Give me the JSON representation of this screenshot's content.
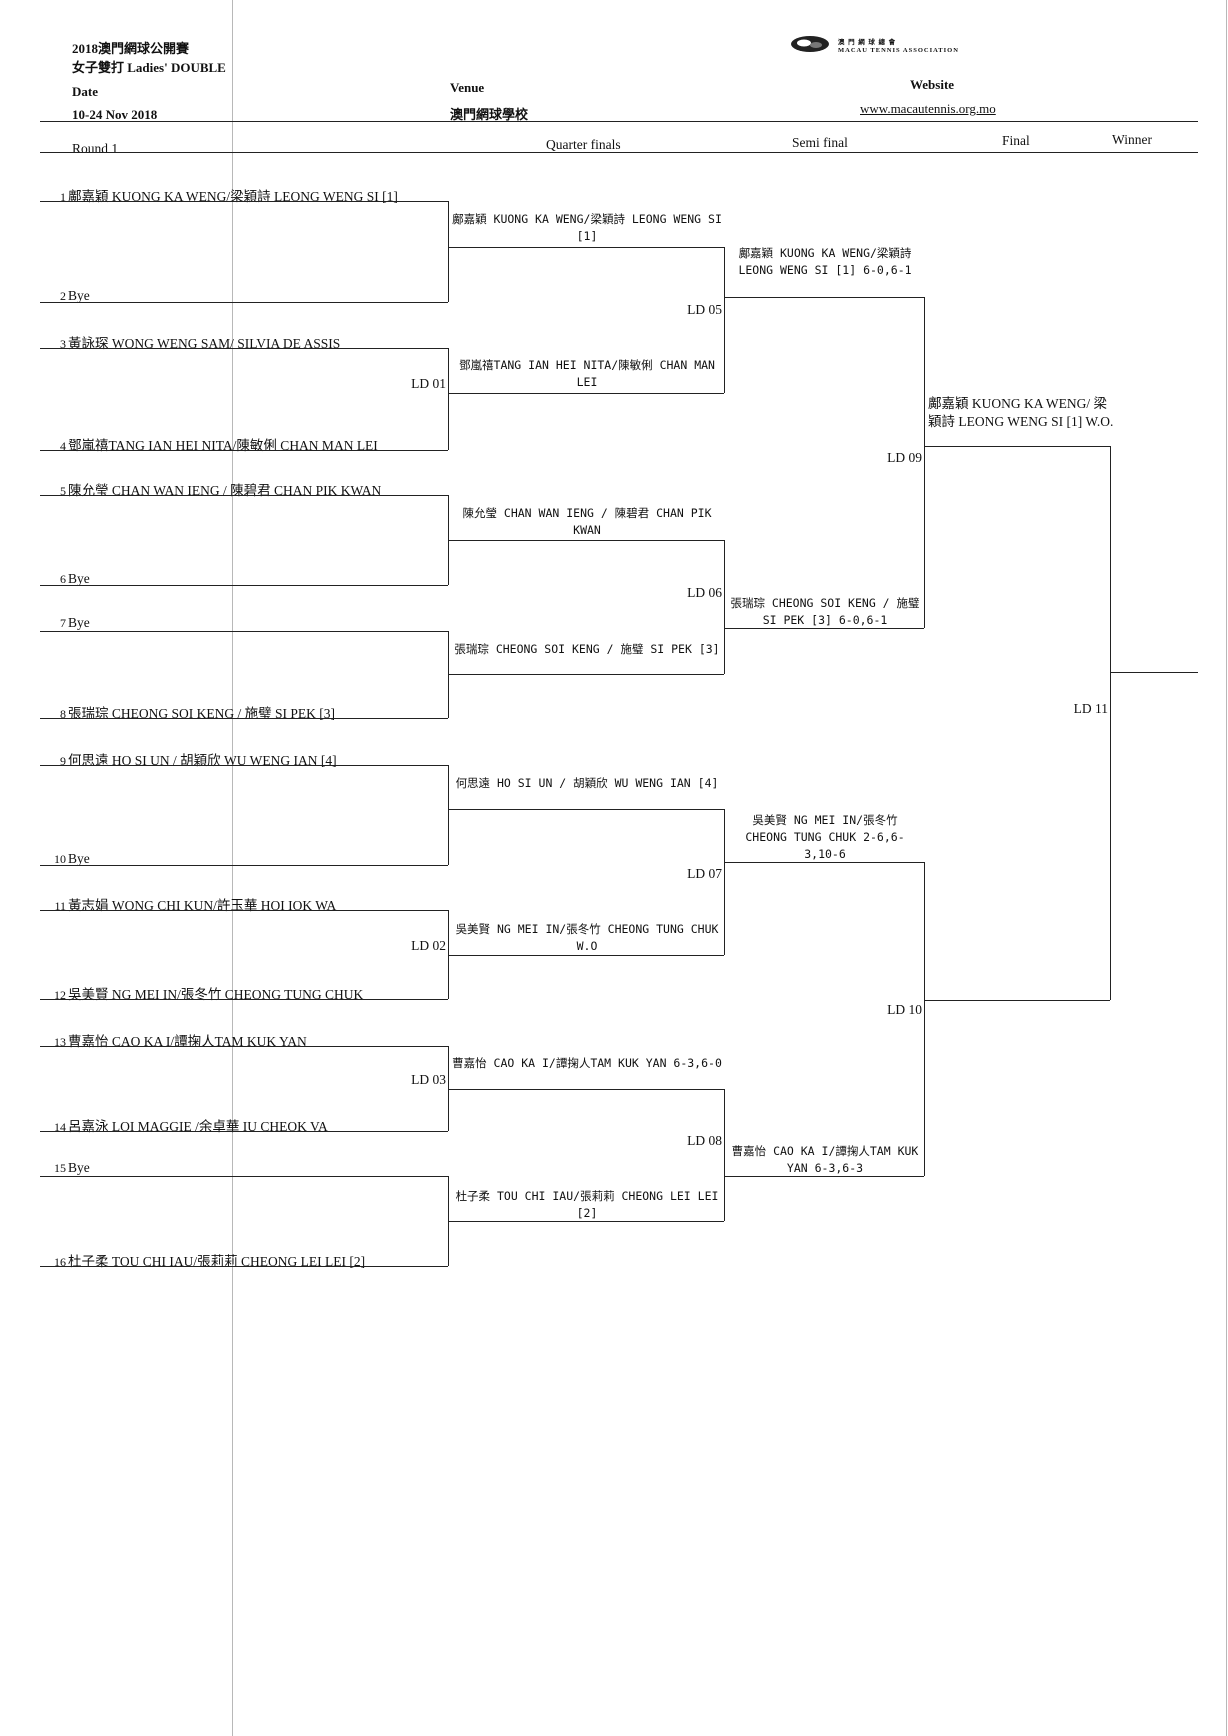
{
  "header": {
    "title_line1": "2018澳門網球公開賽",
    "title_line2": "女子雙打 Ladies' DOUBLE",
    "date_label": "Date",
    "date_value": "10-24 Nov 2018",
    "venue_label": "Venue",
    "venue_value": "澳門網球學校",
    "website_label": "Website",
    "website_value": "www.macautennis.org.mo",
    "logo_line1": "澳 門 網 球 總 會",
    "logo_line2": "MACAU TENNIS ASSOCIATION"
  },
  "columns": {
    "round1": "Round 1",
    "quarter": "Quarter finals",
    "semi": "Semi final",
    "final": "Final",
    "winner": "Winner"
  },
  "round1": [
    {
      "seed": "1",
      "name": "鄺嘉穎 KUONG KA WENG/梁穎詩 LEONG WENG SI [1]"
    },
    {
      "seed": "2",
      "name": "Bye"
    },
    {
      "seed": "3",
      "name": "黃詠琛 WONG WENG SAM/ SILVIA DE ASSIS"
    },
    {
      "seed": "4",
      "name": "鄧嵐禧TANG IAN HEI NITA/陳敏俐 CHAN MAN LEI"
    },
    {
      "seed": "5",
      "name": "陳允瑩 CHAN WAN IENG  / 陳碧君 CHAN PIK KWAN"
    },
    {
      "seed": "6",
      "name": "Bye"
    },
    {
      "seed": "7",
      "name": "Bye"
    },
    {
      "seed": "8",
      "name": "張瑞琮 CHEONG SOI KENG / 施璧 SI PEK [3]"
    },
    {
      "seed": "9",
      "name": "何思遠  HO SI UN / 胡穎欣 WU WENG IAN [4]"
    },
    {
      "seed": "10",
      "name": "Bye"
    },
    {
      "seed": "11",
      "name": "黃志娟 WONG CHI KUN/許玉華 HOI IOK WA"
    },
    {
      "seed": "12",
      "name": "吳美賢 NG MEI IN/張冬竹 CHEONG TUNG CHUK"
    },
    {
      "seed": "13",
      "name": "曹嘉怡 CAO KA I/譚掬人TAM KUK YAN"
    },
    {
      "seed": "14",
      "name": "呂嘉泳 LOI MAGGIE /余卓華 IU CHEOK VA"
    },
    {
      "seed": "15",
      "name": "Bye"
    },
    {
      "seed": "16",
      "name": "杜子柔 TOU CHI IAU/張莉莉 CHEONG LEI LEI [2]"
    }
  ],
  "r1_match_ids": [
    "LD 01",
    "LD 02",
    "LD 03"
  ],
  "quarterfinals": [
    "鄺嘉穎 KUONG KA WENG/梁穎詩 LEONG WENG SI [1]",
    "鄧嵐禧TANG IAN HEI NITA/陳敏俐 CHAN MAN LEI",
    "陳允瑩 CHAN WAN IENG  / 陳碧君 CHAN PIK KWAN",
    "張瑞琮 CHEONG SOI KENG / 施璧 SI PEK [3]",
    "何思遠  HO SI UN / 胡穎欣 WU WENG IAN [4]",
    "吳美賢 NG MEI IN/張冬竹 CHEONG TUNG CHUK W.O",
    "曹嘉怡 CAO KA I/譚掬人TAM KUK YAN 6-3,6-0",
    "杜子柔 TOU CHI IAU/張莉莉 CHEONG LEI LEI [2]"
  ],
  "qf_match_ids": [
    "LD 05",
    "LD 06",
    "LD 07",
    "LD 08"
  ],
  "semifinals": [
    "鄺嘉穎 KUONG KA WENG/梁穎詩 LEONG WENG SI [1] 6-0,6-1",
    "張瑞琮 CHEONG SOI KENG / 施璧 SI PEK [3] 6-0,6-1",
    "吳美賢 NG MEI IN/張冬竹 CHEONG TUNG CHUK 2-6,6-3,10-6",
    "曹嘉怡 CAO KA I/譚掬人TAM KUK YAN 6-3,6-3"
  ],
  "sf_match_ids": [
    "LD 09",
    "LD 10"
  ],
  "final_entry": "鄺嘉穎 KUONG KA WENG/ 梁穎詩 LEONG WENG SI [1] W.O.",
  "final_match_id": "LD 11"
}
